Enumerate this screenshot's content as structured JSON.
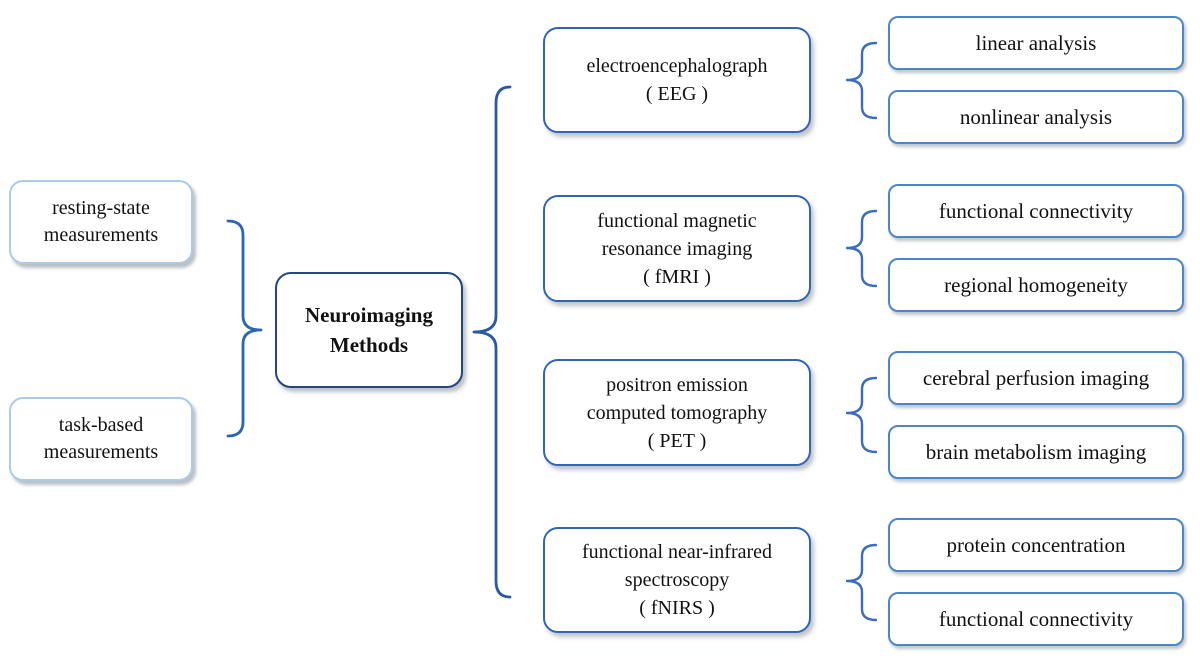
{
  "diagram": {
    "type": "tree-bracket-diagram",
    "root": {
      "label": "Neuroimaging\nMethods"
    },
    "inputs": [
      {
        "label": "resting-state\nmeasurements"
      },
      {
        "label": "task-based\nmeasurements"
      }
    ],
    "methods": [
      {
        "label": "electroencephalograph\n( EEG )",
        "abbreviation": "EEG",
        "children": [
          "linear analysis",
          "nonlinear analysis"
        ]
      },
      {
        "label": "functional magnetic\nresonance imaging\n( fMRI )",
        "abbreviation": "fMRI",
        "children": [
          "functional connectivity",
          "regional homogeneity"
        ]
      },
      {
        "label": "positron emission\ncomputed tomography\n( PET )",
        "abbreviation": "PET",
        "children": [
          "cerebral perfusion imaging",
          "brain metabolism imaging"
        ]
      },
      {
        "label": "functional near-infrared\nspectroscopy\n( fNIRS )",
        "abbreviation": "fNIRS",
        "children": [
          "protein concentration",
          "functional connectivity"
        ]
      }
    ],
    "connectors": {
      "input_brace_icon": "right-curly-brace-icon",
      "root_brace_icon": "left-curly-brace-icon",
      "method_brace_icon": "left-curly-brace-icon"
    },
    "colors": {
      "input_box_border": "#abcbe9",
      "root_box_border": "#24477f",
      "method_box_border": "#3265b5",
      "child_box_border": "#4c86c8",
      "big_brace": "#2b59a4",
      "input_brace": "#2c66b2",
      "small_brace": "#3a6cc1",
      "text": "#111111",
      "background": "#ffffff"
    }
  }
}
